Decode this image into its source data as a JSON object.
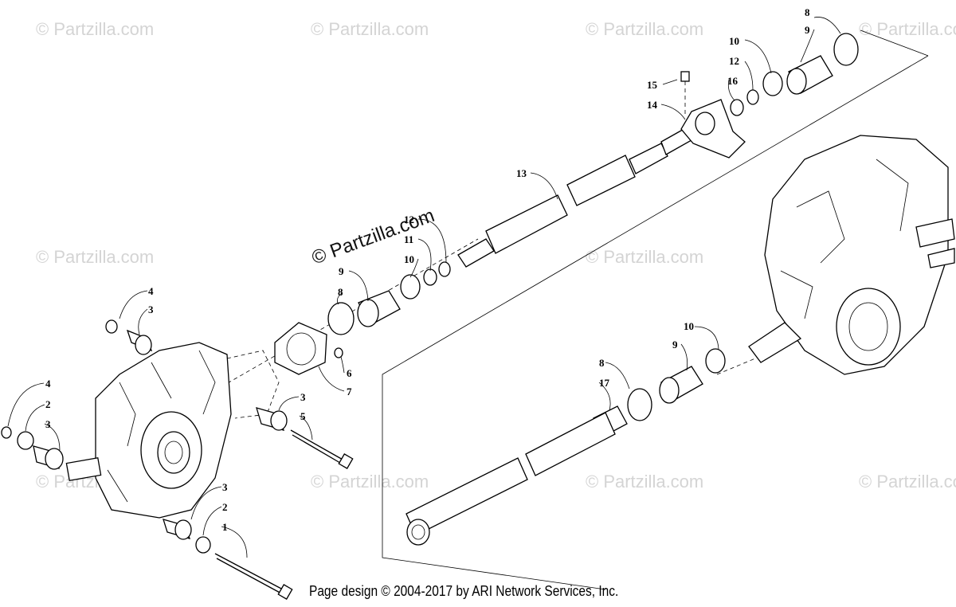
{
  "watermark_text": "© Partzilla.com",
  "center_watermark": "© Partzilla.com",
  "footer_text": "Page design © 2004-2017 by ARI Network Services, Inc.",
  "callouts": {
    "c8a": "8",
    "c9a": "9",
    "c10a": "10",
    "c12a": "12",
    "c16": "16",
    "c15": "15",
    "c14": "14",
    "c13": "13",
    "c12b": "12",
    "c11": "11",
    "c10b": "10",
    "c9b": "9",
    "c8b": "8",
    "c4a": "4",
    "c3a": "3",
    "c6": "6",
    "c7": "7",
    "c3b": "3",
    "c5": "5",
    "c4b": "4",
    "c2a": "2",
    "c3c": "3",
    "c3d": "3",
    "c2b": "2",
    "c1": "1",
    "c10c": "10",
    "c9c": "9",
    "c8c": "8",
    "c17": "17"
  },
  "colors": {
    "line": "#000000",
    "watermark": "#d4d4d4",
    "background": "#ffffff"
  }
}
